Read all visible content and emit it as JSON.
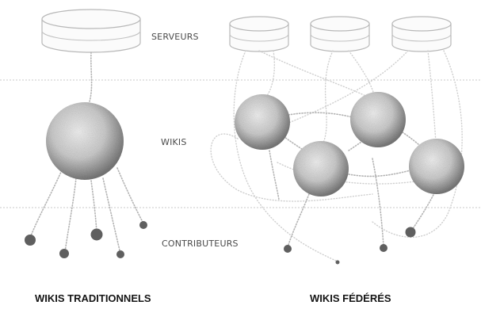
{
  "labels": {
    "servers": "SERVEURS",
    "wikis": "WIKIS",
    "contributors": "CONTRIBUTEURS"
  },
  "titles": {
    "traditional": "WIKIS TRADITIONNELS",
    "federated": "WIKIS FÉDÉRÉS"
  },
  "colors": {
    "background": "#ffffff",
    "sphere_dark": "#777777",
    "sphere_light": "#f2f2f2",
    "contributor": "#5f5f5f",
    "separator": "#c9c9c9"
  }
}
